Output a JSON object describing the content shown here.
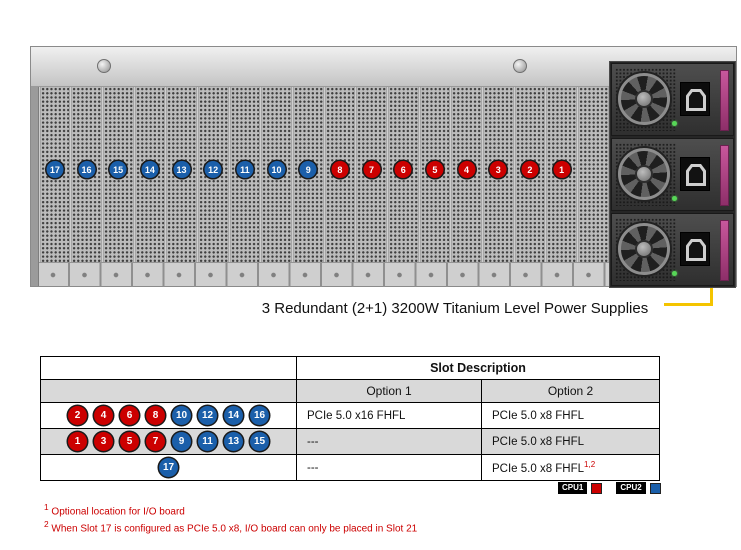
{
  "server": {
    "slots": [
      {
        "n": 17,
        "cpu": "CPU2"
      },
      {
        "n": 16,
        "cpu": "CPU2"
      },
      {
        "n": 15,
        "cpu": "CPU2"
      },
      {
        "n": 14,
        "cpu": "CPU2"
      },
      {
        "n": 13,
        "cpu": "CPU2"
      },
      {
        "n": 12,
        "cpu": "CPU2"
      },
      {
        "n": 11,
        "cpu": "CPU2"
      },
      {
        "n": 10,
        "cpu": "CPU2"
      },
      {
        "n": 9,
        "cpu": "CPU2"
      },
      {
        "n": 8,
        "cpu": "CPU1"
      },
      {
        "n": 7,
        "cpu": "CPU1"
      },
      {
        "n": 6,
        "cpu": "CPU1"
      },
      {
        "n": 5,
        "cpu": "CPU1"
      },
      {
        "n": 4,
        "cpu": "CPU1"
      },
      {
        "n": 3,
        "cpu": "CPU1"
      },
      {
        "n": 2,
        "cpu": "CPU1"
      },
      {
        "n": 1,
        "cpu": "CPU1"
      }
    ],
    "psu_count": 3
  },
  "callout": {
    "text": "3 Redundant (2+1) 3200W Titanium Level Power Supplies"
  },
  "table": {
    "title": "Slot Description",
    "option1_header": "Option 1",
    "option2_header": "Option 2",
    "rows": [
      {
        "slots": [
          {
            "n": 2,
            "cpu": "CPU1"
          },
          {
            "n": 4,
            "cpu": "CPU1"
          },
          {
            "n": 6,
            "cpu": "CPU1"
          },
          {
            "n": 8,
            "cpu": "CPU1"
          },
          {
            "n": 10,
            "cpu": "CPU2"
          },
          {
            "n": 12,
            "cpu": "CPU2"
          },
          {
            "n": 14,
            "cpu": "CPU2"
          },
          {
            "n": 16,
            "cpu": "CPU2"
          }
        ],
        "opt1": "PCIe 5.0 x16 FHFL",
        "opt2": "PCIe 5.0 x8 FHFL",
        "opt2_sup": ""
      },
      {
        "slots": [
          {
            "n": 1,
            "cpu": "CPU1"
          },
          {
            "n": 3,
            "cpu": "CPU1"
          },
          {
            "n": 5,
            "cpu": "CPU1"
          },
          {
            "n": 7,
            "cpu": "CPU1"
          },
          {
            "n": 9,
            "cpu": "CPU2"
          },
          {
            "n": 11,
            "cpu": "CPU2"
          },
          {
            "n": 13,
            "cpu": "CPU2"
          },
          {
            "n": 15,
            "cpu": "CPU2"
          }
        ],
        "opt1": "---",
        "opt2": "PCIe 5.0 x8 FHFL",
        "opt2_sup": ""
      },
      {
        "slots": [
          {
            "n": 17,
            "cpu": "CPU2"
          }
        ],
        "opt1": "---",
        "opt2": "PCIe 5.0 x8 FHFL",
        "opt2_sup": "1,2"
      }
    ],
    "legend": [
      {
        "label": "CPU1",
        "color": "#cc0000"
      },
      {
        "label": "CPU2",
        "color": "#1b5faa"
      }
    ]
  },
  "footnotes": [
    {
      "sup": "1",
      "text": "Optional location for I/O board"
    },
    {
      "sup": "2",
      "text": "When Slot 17 is configured as PCIe 5.0 x8, I/O board can only be placed in Slot 21"
    }
  ],
  "colors": {
    "cpu1": "#cc0000",
    "cpu2": "#1b5faa"
  }
}
